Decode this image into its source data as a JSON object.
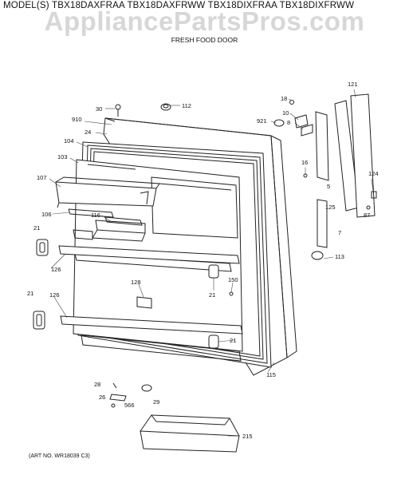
{
  "header": {
    "models": "MODEL(S) TBX18DAXFRAA  TBX18DAXFRWW  TBX18DIXFRAA  TBX18DIXFRWW",
    "section": "FRESH FOOD DOOR",
    "watermark": "AppliancePartsPros.com"
  },
  "footer": {
    "art_no": "(ART NO. WR18039 C3)"
  },
  "callouts": {
    "c30": "30",
    "c112": "112",
    "c910": "910",
    "c24": "24",
    "c104": "104",
    "c103": "103",
    "c107": "107",
    "c106": "106",
    "c116": "116",
    "c21a": "21",
    "c126a": "126",
    "c128": "128",
    "c21b": "21",
    "c150": "150",
    "c21c": "21",
    "c126b": "126",
    "c21d": "21",
    "c115": "115",
    "c18": "18",
    "c10": "10",
    "c8": "8",
    "c921": "921",
    "c16": "16",
    "c5": "5",
    "c125": "125",
    "c7": "7",
    "c121": "121",
    "c124": "124",
    "c87": "87",
    "c113": "113",
    "c28": "28",
    "c26": "26",
    "c566": "566",
    "c29": "29",
    "c215": "215"
  }
}
